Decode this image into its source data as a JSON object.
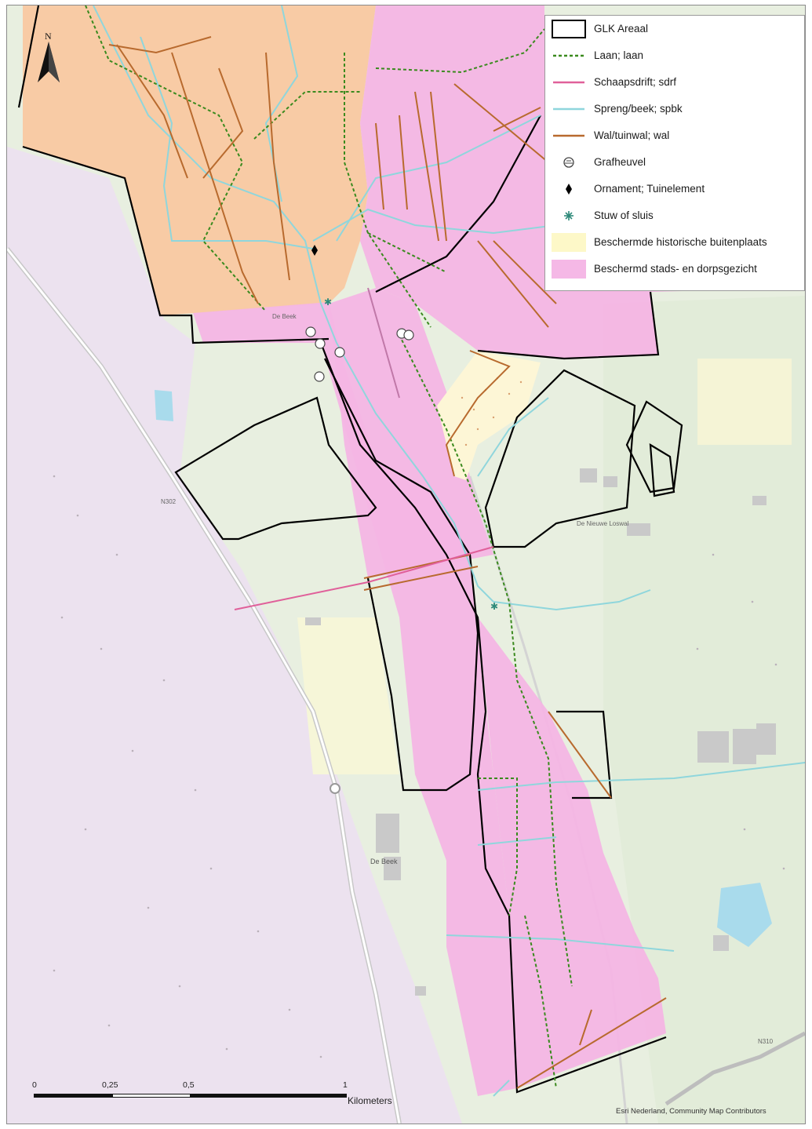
{
  "legend": {
    "items": [
      {
        "label": "GLK Areaal",
        "kind": "outline",
        "color": "#000000"
      },
      {
        "label": "Laan; laan",
        "kind": "dashed-line",
        "color": "#3a8a1e"
      },
      {
        "label": "Schaapsdrift; sdrf",
        "kind": "line",
        "color": "#e0609a"
      },
      {
        "label": "Spreng/beek; spbk",
        "kind": "line",
        "color": "#8fd6dc"
      },
      {
        "label": "Wal/tuinwal; wal",
        "kind": "line",
        "color": "#b86a2e"
      },
      {
        "label": "Grafheuvel",
        "kind": "grafheuvel-icon",
        "color": "#555555"
      },
      {
        "label": "Ornament; Tuinelement",
        "kind": "diamond-icon",
        "color": "#000000"
      },
      {
        "label": "Stuw of sluis",
        "kind": "asterisk-icon",
        "color": "#2f8a7a"
      },
      {
        "label": "Beschermde historische buitenplaats",
        "kind": "fill",
        "color": "#fdf8c8"
      },
      {
        "label": "Beschermd stads- en dorpsgezicht",
        "kind": "fill",
        "color": "#f5b8e6"
      }
    ]
  },
  "north_arrow": {
    "label": "N"
  },
  "scale_bar": {
    "ticks": [
      "0",
      "0,25",
      "0,5",
      "1"
    ],
    "unit": "Kilometers"
  },
  "attribution": "Esri Nederland, Community Map Contributors",
  "place_labels": [
    "De Beek",
    "De Nieuwe Loswal",
    "N302",
    "N310",
    "De Beek"
  ],
  "colors": {
    "orange_area": "#f9c9a0",
    "pink_area": "#f3b6e3",
    "yellow_area": "#fdf8c8",
    "base_green": "#e6efde",
    "base_purple": "#ede3f0",
    "water": "#a9dbec"
  }
}
